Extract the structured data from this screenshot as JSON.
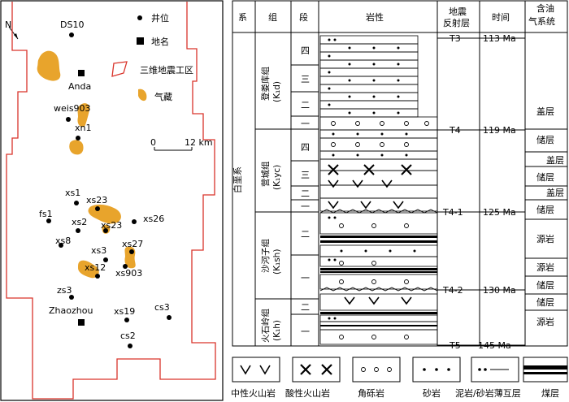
{
  "map": {
    "north_label": "N",
    "scale_label": "12 km",
    "scale_zero": "0",
    "legend": {
      "well": "井位",
      "place": "地名",
      "survey": "三维地震工区",
      "gas": "气藏"
    },
    "wells": [
      {
        "name": "DS10"
      },
      {
        "name": "weis903"
      },
      {
        "name": "xn1"
      },
      {
        "name": "xs1"
      },
      {
        "name": "fs1"
      },
      {
        "name": "xs2"
      },
      {
        "name": "xs23"
      },
      {
        "name": "xs23"
      },
      {
        "name": "xs26"
      },
      {
        "name": "xs8"
      },
      {
        "name": "xs3"
      },
      {
        "name": "xs27"
      },
      {
        "name": "xs12"
      },
      {
        "name": "xs903"
      },
      {
        "name": "zs3"
      },
      {
        "name": "xs19"
      },
      {
        "name": "cs3"
      },
      {
        "name": "cs2"
      }
    ],
    "places": [
      {
        "name": "Anda"
      },
      {
        "name": "Zhaozhou"
      }
    ]
  },
  "column": {
    "headers": {
      "system": "系",
      "formation": "组",
      "member": "段",
      "lithology": "岩性",
      "reflector_1": "地震",
      "reflector_2": "反射层",
      "time": "时间",
      "petroleum_1": "含油",
      "petroleum_2": "气系统"
    },
    "system_name": "白垩系",
    "formations": [
      {
        "name_1": "登娄库组",
        "name_2": "(K₁d)"
      },
      {
        "name_1": "营城组",
        "name_2": "(K₁yc)"
      },
      {
        "name_1": "沙河子组",
        "name_2": "(K₁sh)"
      },
      {
        "name_1": "火石岭组",
        "name_2": "(K₁h)"
      }
    ],
    "members": [
      {
        "label": "四"
      },
      {
        "label": "三"
      },
      {
        "label": "二"
      },
      {
        "label": "一"
      },
      {
        "label": "四"
      },
      {
        "label": "三"
      },
      {
        "label": "二"
      },
      {
        "label": "一"
      },
      {
        "label": "二"
      },
      {
        "label": "一"
      },
      {
        "label": "二"
      },
      {
        "label": "一"
      }
    ],
    "reflectors": [
      {
        "name": "T3",
        "time": "113 Ma"
      },
      {
        "name": "T4",
        "time": "119 Ma"
      },
      {
        "name": "T4-1",
        "time": "125 Ma"
      },
      {
        "name": "T4-2",
        "time": "130 Ma"
      },
      {
        "name": "T5",
        "time": "145 Ma"
      }
    ],
    "petroleum": [
      {
        "label": "盖层"
      },
      {
        "label": "储层"
      },
      {
        "label": "盖层"
      },
      {
        "label": "储层"
      },
      {
        "label": "盖层"
      },
      {
        "label": "储层"
      },
      {
        "label": "源岩"
      },
      {
        "label": "源岩"
      },
      {
        "label": "储层"
      },
      {
        "label": "储层"
      },
      {
        "label": "源岩"
      }
    ]
  },
  "lith_legend": [
    {
      "label": "中性火山岩"
    },
    {
      "label": "酸性火山岩"
    },
    {
      "label": "角砾岩"
    },
    {
      "label": "砂岩"
    },
    {
      "label": "泥岩/砂岩薄互层"
    },
    {
      "label": "煤层"
    }
  ],
  "colors": {
    "gas": "#E8A42C",
    "boundary": "#D9342B"
  }
}
